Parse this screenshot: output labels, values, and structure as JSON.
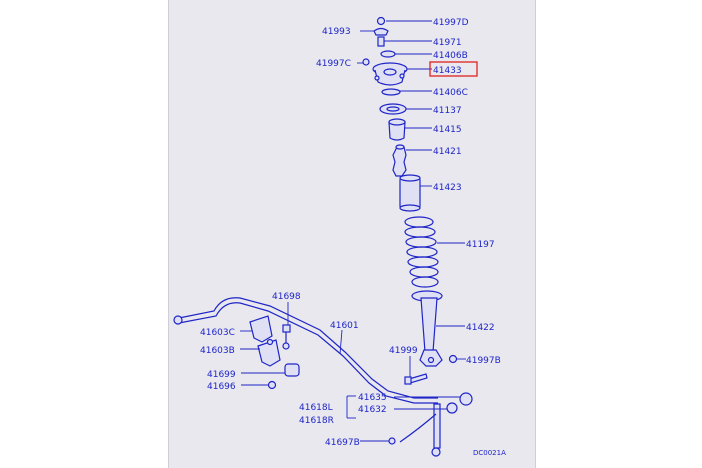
{
  "diagram": {
    "ink_color": "#1f25c7",
    "highlight_color": "#e02020",
    "background_color": "#e8e8ee",
    "labels": {
      "p41997d": "41997D",
      "p41993": "41993",
      "p41971": "41971",
      "p41406b": "41406B",
      "p41997c": "41997C",
      "p41433": "41433",
      "p41406c": "41406C",
      "p41137": "41137",
      "p41415": "41415",
      "p41421": "41421",
      "p41423": "41423",
      "p41197": "41197",
      "p41422": "41422",
      "p41698": "41698",
      "p41603c": "41603C",
      "p41603b": "41603B",
      "p41601": "41601",
      "p41999": "41999",
      "p41997b": "41997B",
      "p41699": "41699",
      "p41696": "41696",
      "p41635": "41635",
      "p41618l": "41618L",
      "p41632": "41632",
      "p41618r": "41618R",
      "p41697b": "41697B",
      "ref_code": "DC0021A"
    },
    "highlighted_part": "41433"
  }
}
